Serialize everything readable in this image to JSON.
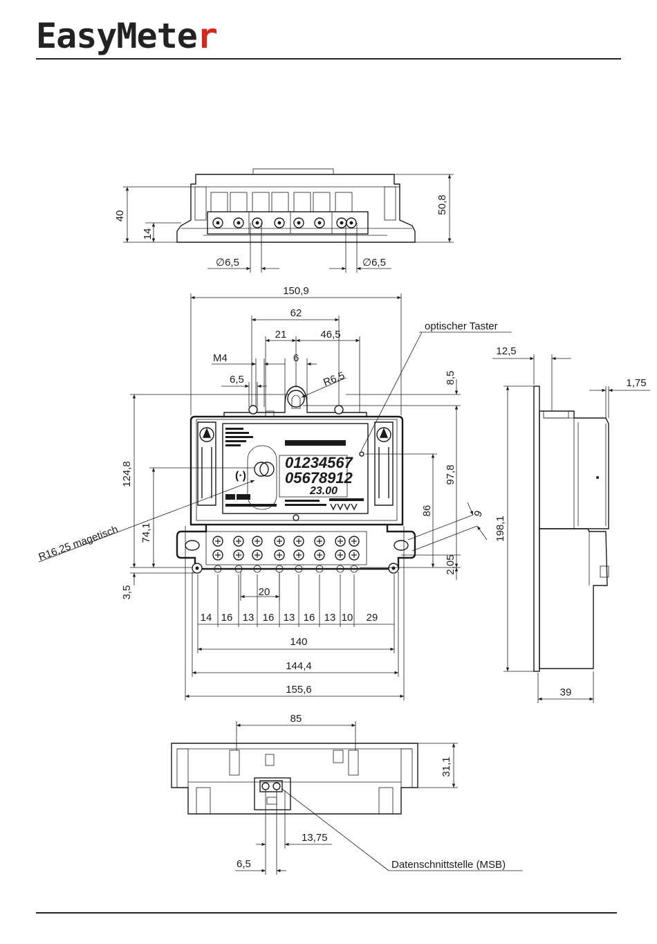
{
  "header": {
    "brand_main": "EasyMete",
    "brand_accent": "r"
  },
  "top_view": {
    "dims": {
      "height_40": "40",
      "height_14": "14",
      "height_50_8": "50,8",
      "dia_left": "∅6,5",
      "dia_right": "∅6,5"
    }
  },
  "front_view": {
    "dims": {
      "width_150_9": "150,9",
      "d62": "62",
      "d21": "21",
      "d46_5": "46,5",
      "m4": "M4",
      "d6": "6",
      "d6_5": "6,5",
      "r6_5": "R6,5",
      "d8_5": "8,5",
      "h124_8": "124,8",
      "h97_8": "97,8",
      "h74_1": "74,1",
      "h86": "86",
      "d9": "9",
      "d2_05": "2,05",
      "d3_5": "3,5",
      "d20": "20",
      "terminals": [
        "14",
        "16",
        "13",
        "16",
        "13",
        "16",
        "13",
        "10",
        "29"
      ],
      "w140": "140",
      "w144_4": "144,4",
      "w155_6": "155,6"
    },
    "labels": {
      "optical_button": "optischer Taster",
      "magnetic": "R16,25 magetisch"
    },
    "display": {
      "line1": "01234567",
      "line2": "05678912",
      "line3": "23.00"
    }
  },
  "side_view": {
    "dims": {
      "d12_5": "12,5",
      "d1_75": "1,75",
      "h198_1": "198,1",
      "d39": "39"
    }
  },
  "bottom_view": {
    "dims": {
      "d85": "85",
      "h31_1": "31,1",
      "d13_75": "13,75",
      "d6_5": "6,5"
    },
    "labels": {
      "msb": "Datenschnittstelle (MSB)"
    }
  }
}
